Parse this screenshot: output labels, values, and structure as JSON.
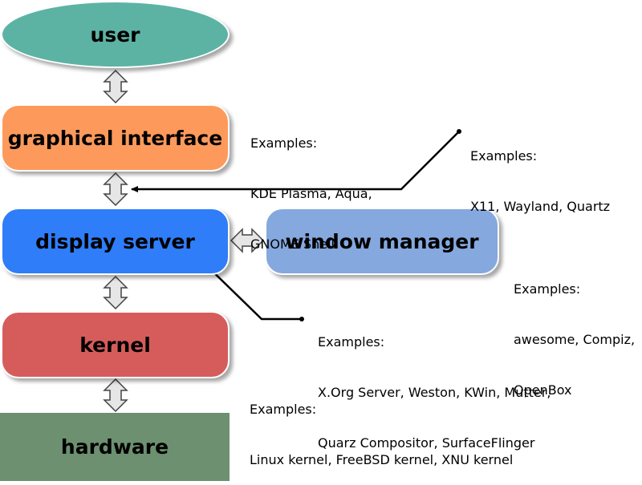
{
  "nodes": {
    "user": {
      "label": "user",
      "color": "#5cb3a4"
    },
    "graphical_interface": {
      "label": "graphical interface",
      "color": "#fd9a5b"
    },
    "display_server": {
      "label": "display server",
      "color": "#2f7df8"
    },
    "window_manager": {
      "label": "window manager",
      "color": "#85a8de"
    },
    "kernel": {
      "label": "kernel",
      "color": "#d65c5c"
    },
    "hardware": {
      "label": "hardware",
      "color": "#6c9070"
    }
  },
  "notes": {
    "graphical_interface": [
      "Examples:",
      "KDE Plasma, Aqua,",
      "GNOME Shell"
    ],
    "display_protocol": [
      "Examples:",
      "X11, Wayland, Quartz"
    ],
    "window_manager": [
      "Examples:",
      "awesome, Compiz,",
      "OpenBox"
    ],
    "display_server": [
      "Examples:",
      "X.Org Server, Weston, KWin, Mutter,",
      "Quarz Compositor, SurfaceFlinger"
    ],
    "kernel": [
      "Examples:",
      "Linux kernel, FreeBSD kernel, XNU kernel"
    ]
  }
}
